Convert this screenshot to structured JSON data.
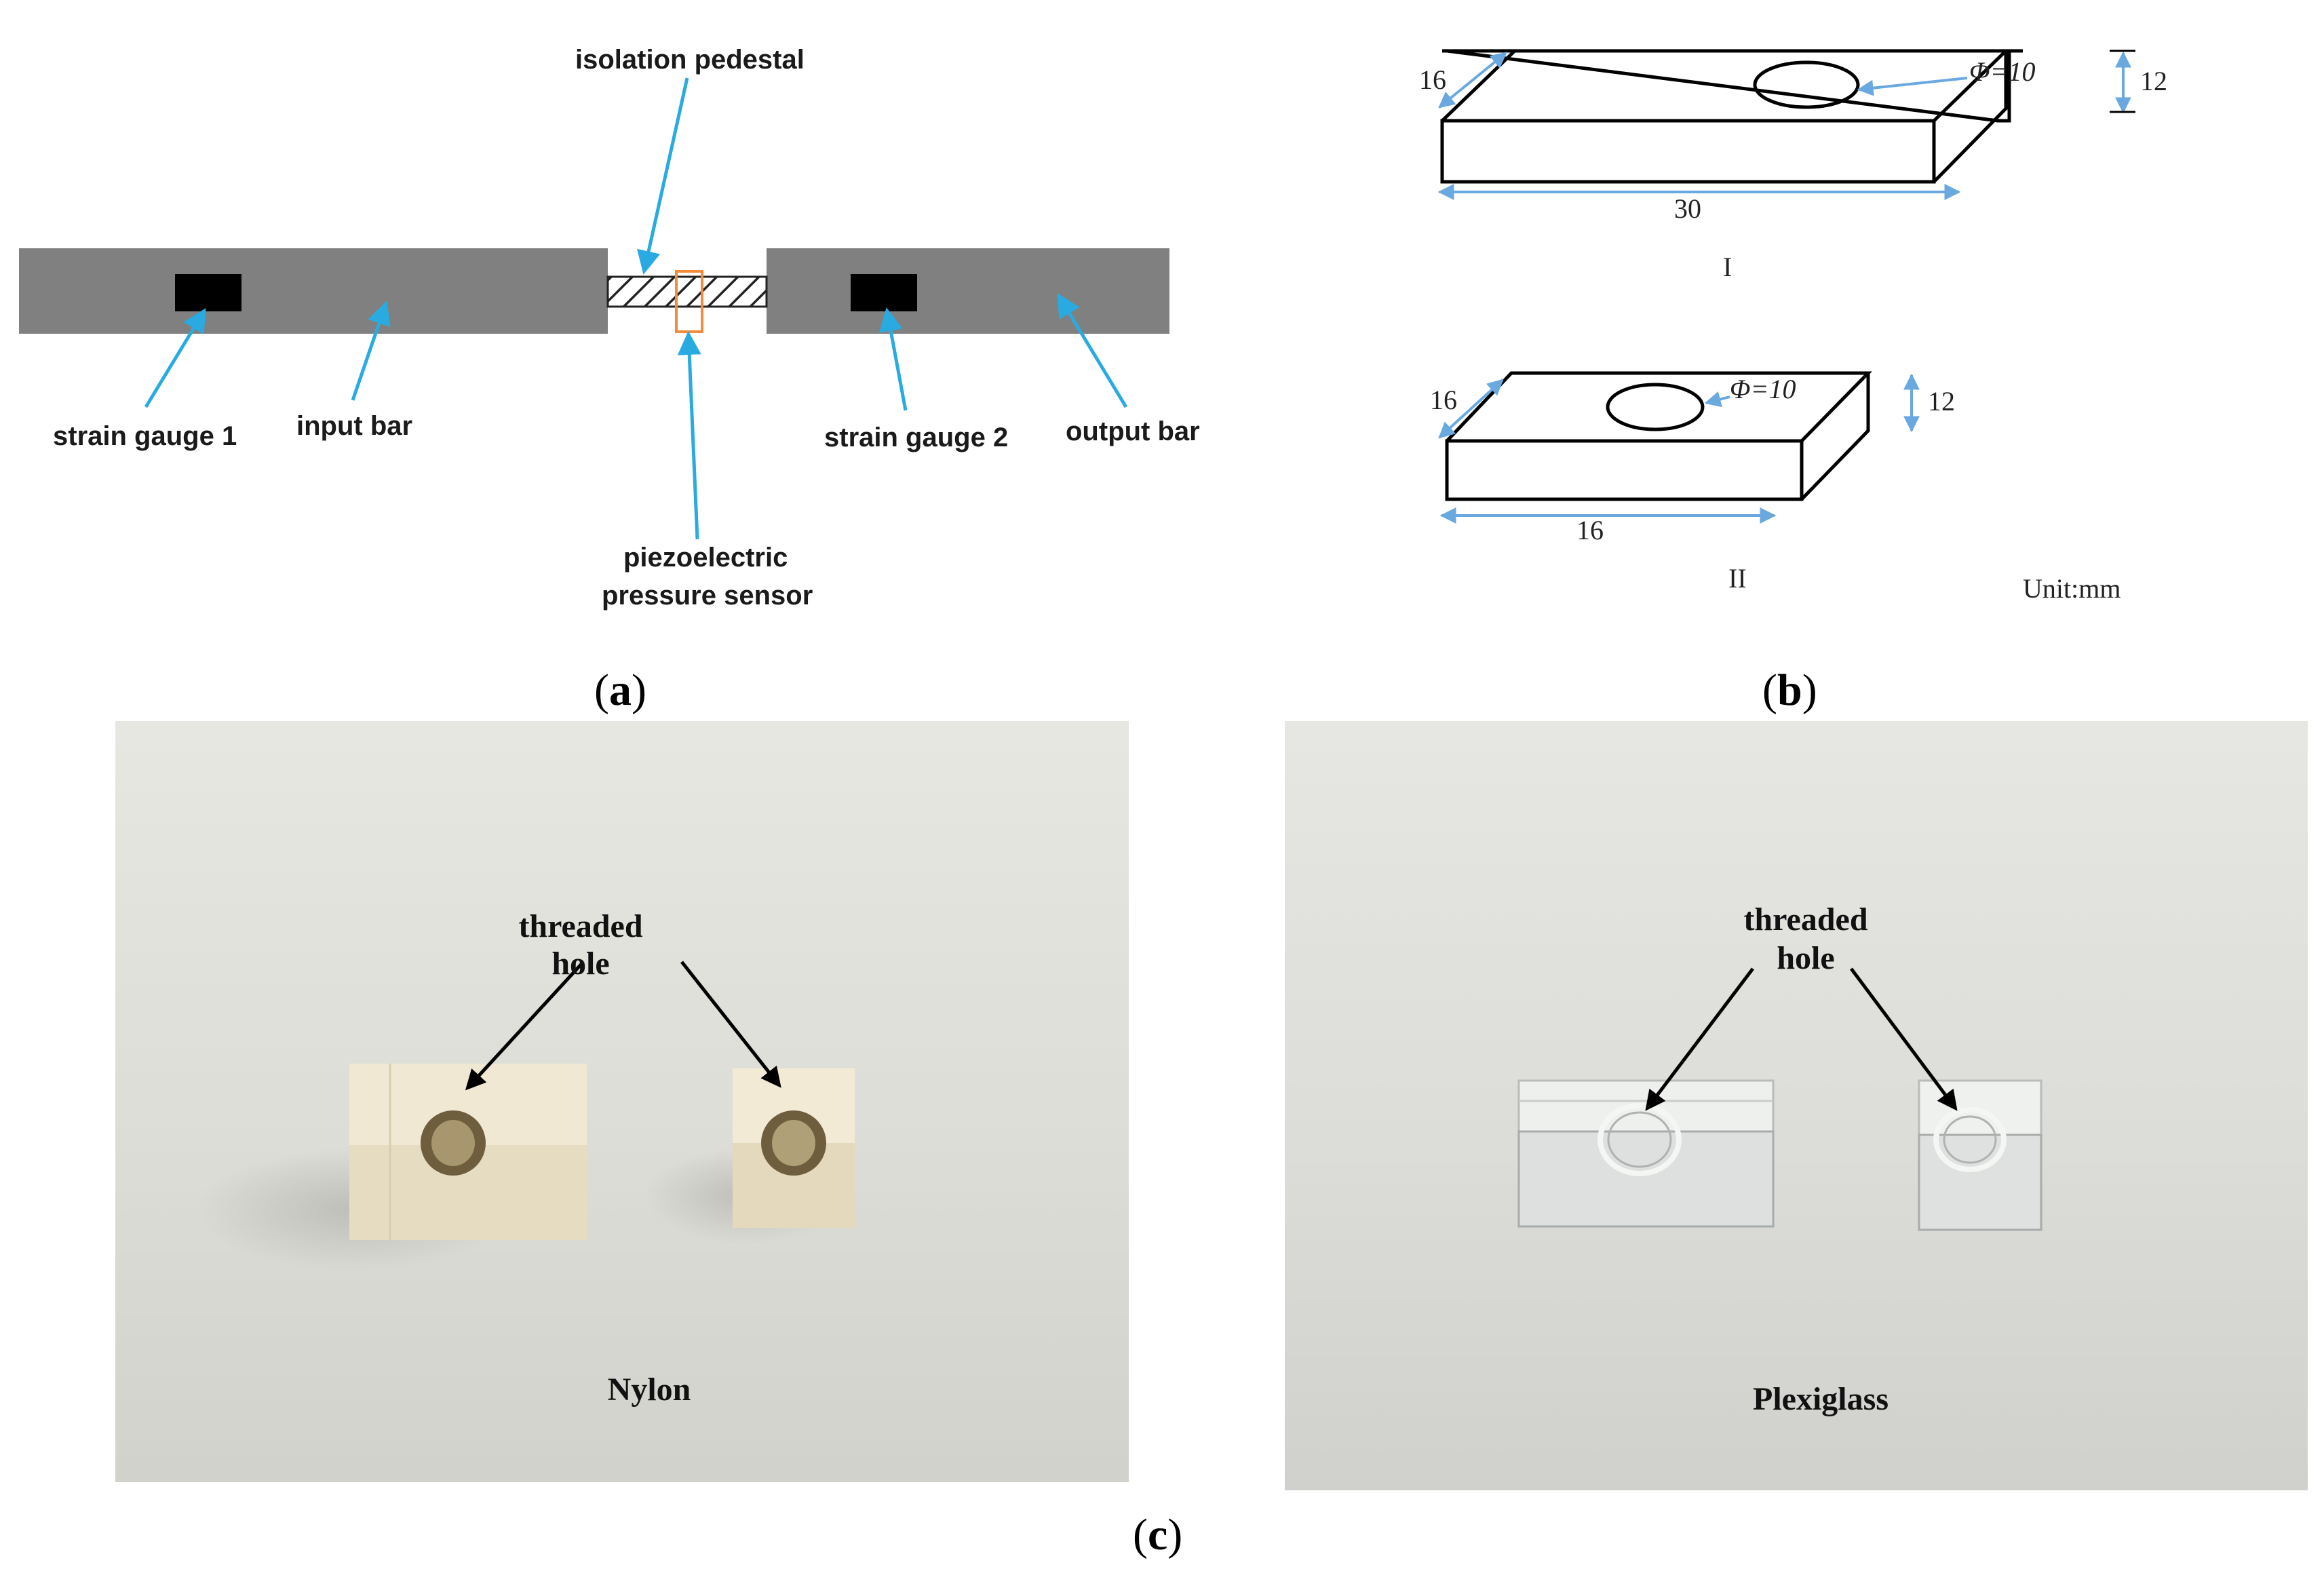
{
  "panel_a": {
    "label_open": "(",
    "label_letter": "a",
    "label_close": ")",
    "labels": {
      "isolation_pedestal": "isolation pedestal",
      "strain_gauge_1": "strain gauge 1",
      "input_bar": "input bar",
      "strain_gauge_2": "strain gauge 2",
      "output_bar": "output bar",
      "piezo_line1": "piezoelectric",
      "piezo_line2": "pressure sensor"
    },
    "colors": {
      "bar": "#808080",
      "arrow": "#29abe2",
      "sensor": "#f08c3c",
      "gauge": "#000000"
    }
  },
  "panel_b": {
    "label_open": "(",
    "label_letter": "b",
    "label_close": ")",
    "specimen_I": {
      "width": "16",
      "height": "12",
      "length": "30",
      "hole": "Φ=10",
      "name": "I"
    },
    "specimen_II": {
      "width": "16",
      "height": "12",
      "length": "16",
      "hole": "Φ=10",
      "name": "II"
    },
    "unit": "Unit:mm",
    "colors": {
      "dimension": "#6aa9e0"
    }
  },
  "panel_c": {
    "label_open": "(",
    "label_letter": "c",
    "label_close": ")",
    "photo_left": {
      "annotation_line1": "threaded",
      "annotation_line2": "hole",
      "caption": "Nylon"
    },
    "photo_right": {
      "annotation_line1": "threaded",
      "annotation_line2": "hole",
      "caption": "Plexiglass"
    }
  }
}
